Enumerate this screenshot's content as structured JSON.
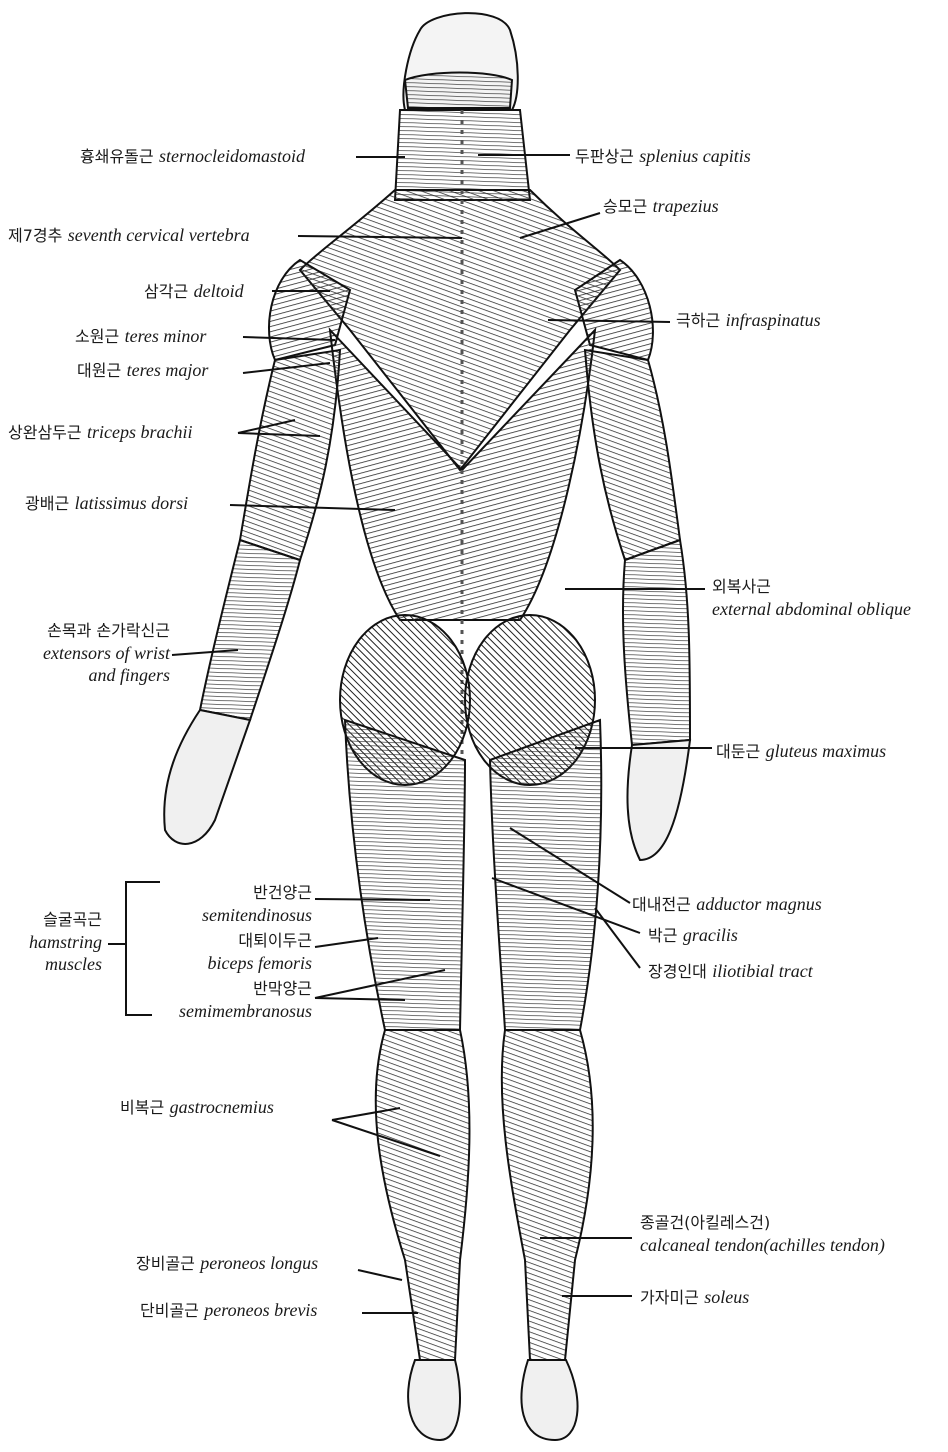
{
  "labels": {
    "sternocleidomastoid": {
      "ko": "흉쇄유돌근",
      "en": "sternocleidomastoid"
    },
    "splenius_capitis": {
      "ko": "두판상근",
      "en": "splenius capitis"
    },
    "trapezius": {
      "ko": "승모근",
      "en": "trapezius"
    },
    "seventh_cervical": {
      "ko": "제7경추",
      "en": "seventh cervical vertebra"
    },
    "deltoid": {
      "ko": "삼각근",
      "en": "deltoid"
    },
    "infraspinatus": {
      "ko": "극하근",
      "en": "infraspinatus"
    },
    "teres_minor": {
      "ko": "소원근",
      "en": "teres minor"
    },
    "teres_major": {
      "ko": "대원근",
      "en": "teres major"
    },
    "triceps": {
      "ko": "상완삼두근",
      "en": "triceps brachii"
    },
    "latissimus": {
      "ko": "광배근",
      "en": "latissimus dorsi"
    },
    "oblique": {
      "ko": "외복사근",
      "en": "external abdominal oblique"
    },
    "extensors": {
      "ko": "손목과 손가락신근",
      "en1": "extensors of wrist",
      "en2": "and fingers"
    },
    "gluteus": {
      "ko": "대둔근",
      "en": "gluteus maximus"
    },
    "hamstring": {
      "ko": "슬굴곡근",
      "en1": "hamstring",
      "en2": "muscles"
    },
    "semitendinosus": {
      "ko": "반건양근",
      "en": "semitendinosus"
    },
    "biceps_femoris": {
      "ko": "대퇴이두근",
      "en": "biceps femoris"
    },
    "semimembranosus": {
      "ko": "반막양근",
      "en": "semimembranosus"
    },
    "adductor": {
      "ko": "대내전근",
      "en": "adductor magnus"
    },
    "gracilis": {
      "ko": "박근",
      "en": "gracilis"
    },
    "iliotibial": {
      "ko": "장경인대",
      "en": "iliotibial tract"
    },
    "gastrocnemius": {
      "ko": "비복근",
      "en": "gastrocnemius"
    },
    "calcaneal": {
      "ko": "종골건(아킬레스건)",
      "en": "calcaneal tendon(achilles tendon)"
    },
    "peroneus_longus": {
      "ko": "장비골근",
      "en": "peroneos longus"
    },
    "soleus": {
      "ko": "가자미근",
      "en": "soleus"
    },
    "peroneus_brevis": {
      "ko": "단비골근",
      "en": "peroneos brevis"
    }
  }
}
